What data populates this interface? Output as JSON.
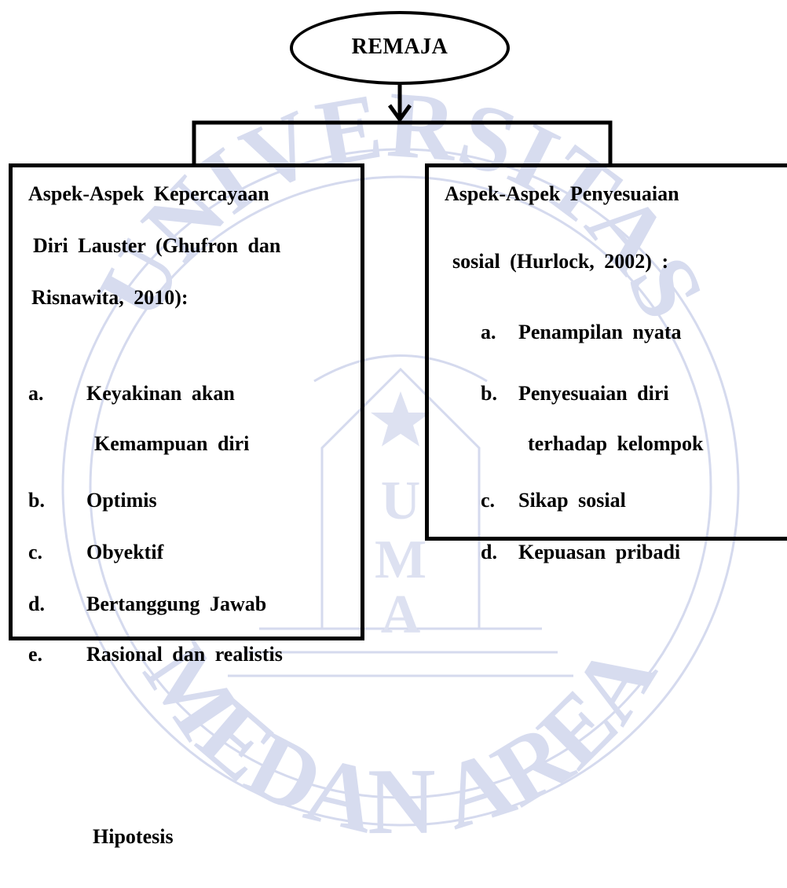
{
  "root": {
    "label": "REMAJA"
  },
  "left": {
    "heading": [
      "Aspek-Aspek  Kepercayaan",
      "Diri Lauster (Ghufron dan",
      "Risnawita, 2010):"
    ],
    "items": [
      {
        "marker": "a.",
        "lines": [
          "Keyakinan  akan",
          "Kemampuan  diri"
        ]
      },
      {
        "marker": "b.",
        "lines": [
          "Optimis"
        ]
      },
      {
        "marker": "c.",
        "lines": [
          "Obyektif"
        ]
      },
      {
        "marker": "d.",
        "lines": [
          "Bertanggung  Jawab"
        ]
      },
      {
        "marker": "e.",
        "lines": [
          "Rasional dan realistis"
        ]
      }
    ]
  },
  "right": {
    "heading": [
      "Aspek-Aspek  Penyesuaian",
      "sosial  (Hurlock,  2002)  :"
    ],
    "items": [
      {
        "marker": "a.",
        "lines": [
          "Penampilan  nyata"
        ]
      },
      {
        "marker": "b.",
        "lines": [
          "Penyesuaian  diri",
          "terhadap  kelompok"
        ]
      },
      {
        "marker": "c.",
        "lines": [
          "Sikap  sosial"
        ]
      },
      {
        "marker": "d.",
        "lines": [
          "Kepuasan  pribadi"
        ]
      }
    ]
  },
  "footer": {
    "heading": "Hipotesis"
  },
  "watermark": {
    "top_text": "UNIVERSITAS",
    "bottom_text": "MEDAN AREA",
    "emblem_letters": [
      "U",
      "M",
      "A"
    ],
    "color": "#c9cfe8"
  }
}
